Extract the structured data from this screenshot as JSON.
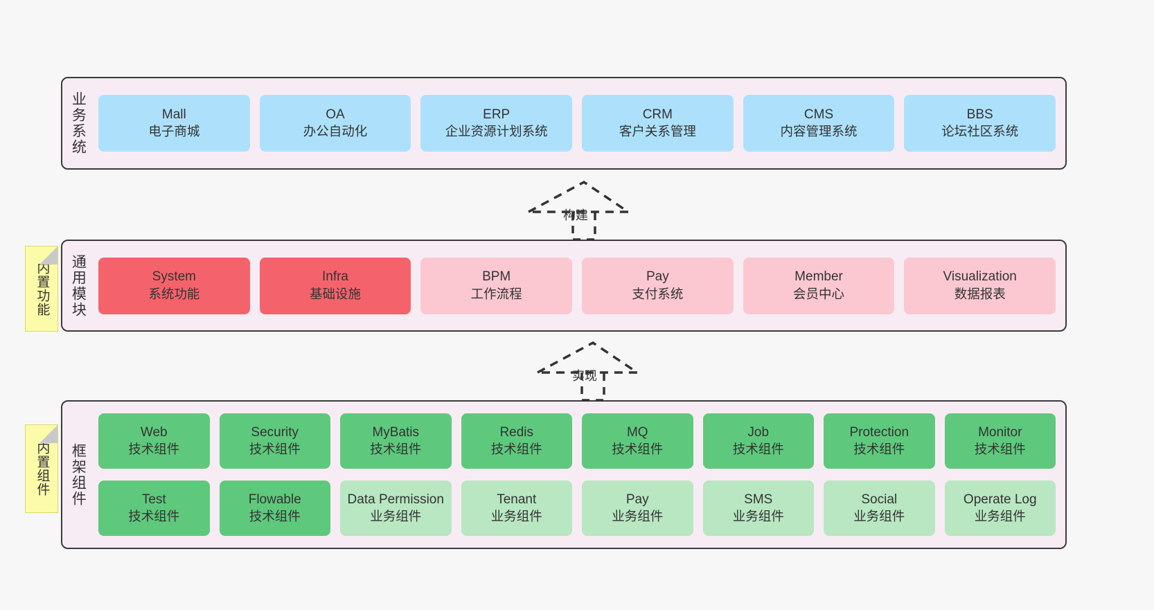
{
  "canvas": {
    "background": "#f7f7f7",
    "container_fill": "#f8ecf4",
    "container_border": "#3a3a3a"
  },
  "palette": {
    "blue": "#ade1fb",
    "red": "#f4636b",
    "pink": "#fbc8d2",
    "green": "#5ec97c",
    "light_green": "#b8e7c2",
    "note_yellow": "#fbfbaa",
    "note_fold": "#c9c9c9"
  },
  "layers": {
    "business": {
      "title": "业务系统",
      "cards": [
        {
          "en": "Mall",
          "cn": "电子商城"
        },
        {
          "en": "OA",
          "cn": "办公自动化"
        },
        {
          "en": "ERP",
          "cn": "企业资源计划系统"
        },
        {
          "en": "CRM",
          "cn": "客户关系管理"
        },
        {
          "en": "CMS",
          "cn": "内容管理系统"
        },
        {
          "en": "BBS",
          "cn": "论坛社区系统"
        }
      ]
    },
    "modules": {
      "title": "通用模块",
      "note": "内置功能",
      "cards": [
        {
          "en": "System",
          "cn": "系统功能",
          "color": "red"
        },
        {
          "en": "Infra",
          "cn": "基础设施",
          "color": "red"
        },
        {
          "en": "BPM",
          "cn": "工作流程",
          "color": "pink"
        },
        {
          "en": "Pay",
          "cn": "支付系统",
          "color": "pink"
        },
        {
          "en": "Member",
          "cn": "会员中心",
          "color": "pink"
        },
        {
          "en": "Visualization",
          "cn": "数据报表",
          "color": "pink"
        }
      ]
    },
    "framework": {
      "title": "框架组件",
      "note": "内置组件",
      "row1": [
        {
          "en": "Web",
          "cn": "技术组件"
        },
        {
          "en": "Security",
          "cn": "技术组件"
        },
        {
          "en": "MyBatis",
          "cn": "技术组件"
        },
        {
          "en": "Redis",
          "cn": "技术组件"
        },
        {
          "en": "MQ",
          "cn": "技术组件"
        },
        {
          "en": "Job",
          "cn": "技术组件"
        },
        {
          "en": "Protection",
          "cn": "技术组件"
        },
        {
          "en": "Monitor",
          "cn": "技术组件"
        }
      ],
      "row2": [
        {
          "en": "Test",
          "cn": "技术组件",
          "color": "green",
          "wrap": false
        },
        {
          "en": "Flowable",
          "cn": "技术组件",
          "color": "green",
          "wrap": false
        },
        {
          "en": "Data Permission",
          "cn": "业务组件",
          "color": "light_green",
          "wrap": true
        },
        {
          "en": "Tenant",
          "cn": "业务组件",
          "color": "light_green",
          "wrap": false
        },
        {
          "en": "Pay",
          "cn": "业务组件",
          "color": "light_green",
          "wrap": false
        },
        {
          "en": "SMS",
          "cn": "业务组件",
          "color": "light_green",
          "wrap": false
        },
        {
          "en": "Social",
          "cn": "业务组件",
          "color": "light_green",
          "wrap": false
        },
        {
          "en": "Operate Log",
          "cn": "业务组件",
          "color": "light_green",
          "wrap": false
        }
      ]
    }
  },
  "connectors": {
    "build": {
      "label": "构建",
      "style": "dashed-hollow-arrow-up"
    },
    "implement": {
      "label": "实现",
      "style": "dashed-hollow-arrow-up"
    }
  }
}
